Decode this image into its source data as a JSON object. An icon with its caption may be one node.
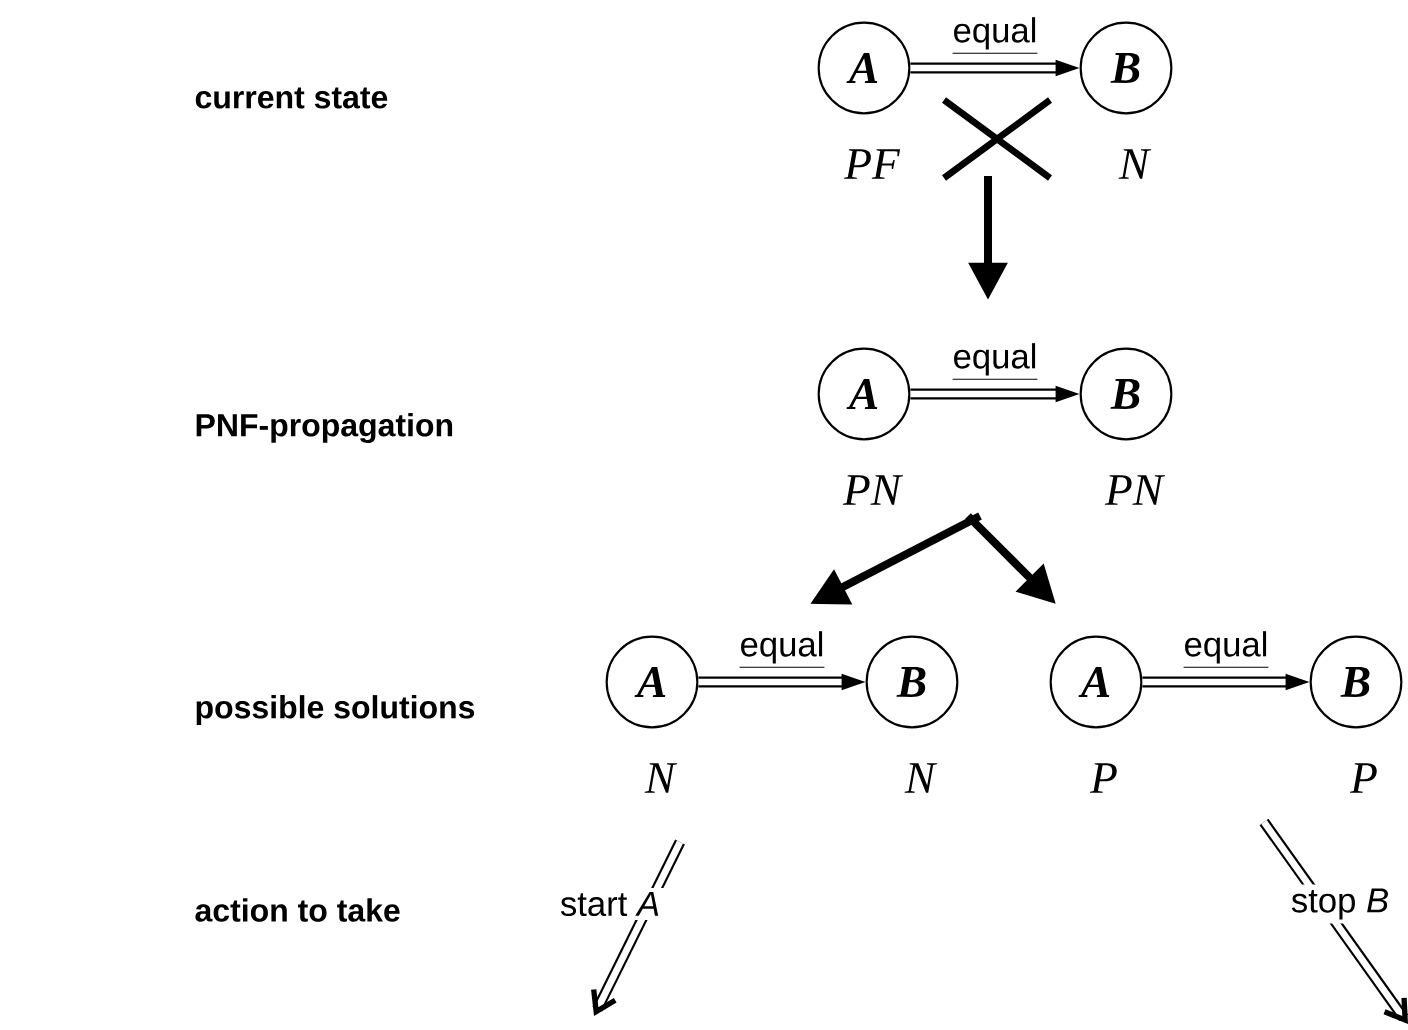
{
  "diagram": {
    "nodes": [
      {
        "text": [
          "A"
        ],
        "beside": [
          "PF"
        ]
      },
      {
        "text": [
          "B"
        ],
        "beside": [
          "N"
        ]
      },
      {
        "text": [
          "A"
        ],
        "beside": [
          "PN"
        ]
      },
      {
        "text": [
          "B"
        ],
        "beside": [
          "PN"
        ]
      },
      {
        "text": [
          "A"
        ],
        "beside": [
          "N"
        ]
      },
      {
        "text": [
          "B"
        ],
        "beside": [
          "N"
        ]
      },
      {
        "text": [
          "A"
        ],
        "beside": [
          "P"
        ]
      },
      {
        "text": [
          "B"
        ],
        "beside": [
          "P"
        ]
      }
    ],
    "edges": [
      {
        "from": 0,
        "to": 1,
        "arrow": "to",
        "label": "equal"
      },
      {
        "from": 2,
        "to": 3,
        "arrow": "to",
        "label": "equal"
      },
      {
        "from": 4,
        "to": 5,
        "arrow": "to",
        "label": "equal"
      },
      {
        "from": 6,
        "to": 7,
        "arrow": "to",
        "label": "equal"
      },
      {
        "from": 4,
        "to": null,
        "arrow": "to",
        "label": "start *A*"
      },
      {
        "from": 7,
        "to": null,
        "arrow": "to",
        "label": "stop *B*"
      }
    ],
    "labels": [
      "current state",
      "PNF-propagation",
      "possible solutions",
      "action to take"
    ]
  }
}
